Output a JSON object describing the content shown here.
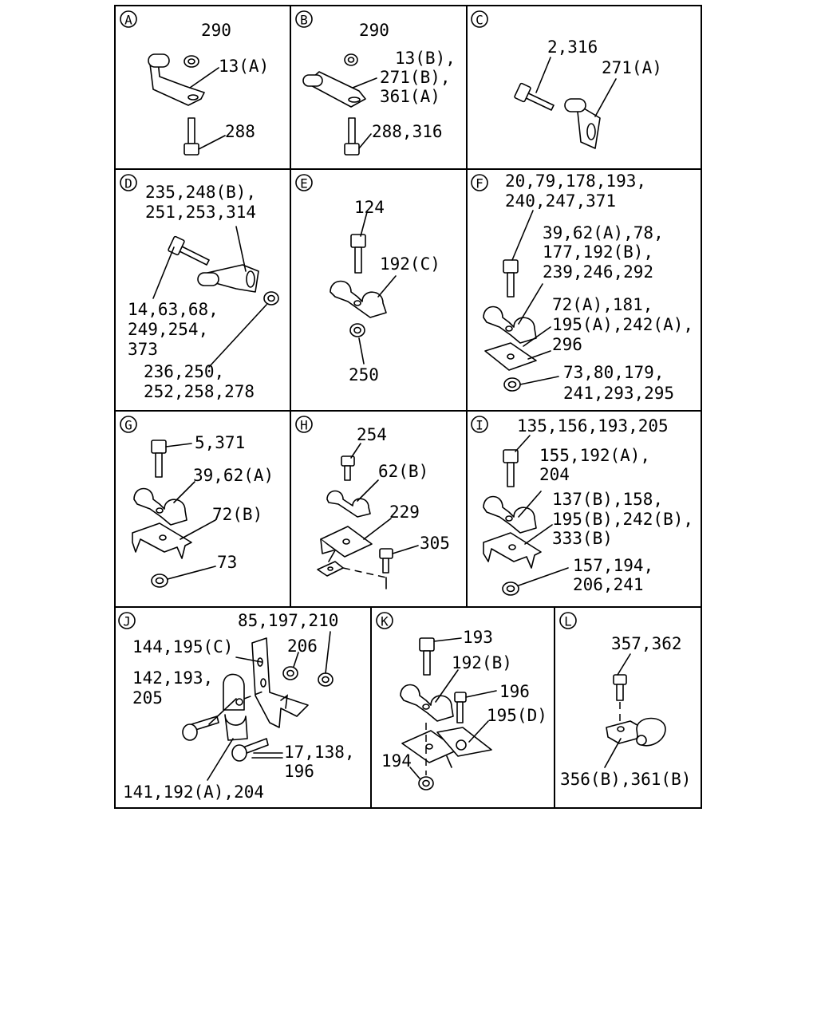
{
  "panels": {
    "A": {
      "letter": "A",
      "labels": [
        "290",
        "13(A)",
        "288"
      ]
    },
    "B": {
      "letter": "B",
      "labels": [
        "290",
        "13(B),",
        "271(B),",
        "361(A)",
        "288,316"
      ]
    },
    "C": {
      "letter": "C",
      "labels": [
        "2,316",
        "271(A)"
      ]
    },
    "D": {
      "letter": "D",
      "labels": [
        "235,248(B),",
        "251,253,314",
        "14,63,68,",
        "249,254,",
        "373",
        "236,250,",
        "252,258,278"
      ]
    },
    "E": {
      "letter": "E",
      "labels": [
        "124",
        "192(C)",
        "250"
      ]
    },
    "F": {
      "letter": "F",
      "labels": [
        "20,79,178,193,",
        "240,247,371",
        "39,62(A),78,",
        "177,192(B),",
        "239,246,292",
        "72(A),181,",
        "195(A),242(A),",
        "296",
        "73,80,179,",
        "241,293,295"
      ]
    },
    "G": {
      "letter": "G",
      "labels": [
        "5,371",
        "39,62(A)",
        "72(B)",
        "73"
      ]
    },
    "H": {
      "letter": "H",
      "labels": [
        "254",
        "62(B)",
        "229",
        "305"
      ]
    },
    "I": {
      "letter": "I",
      "labels": [
        "135,156,193,205",
        "155,192(A),",
        "204",
        "137(B),158,",
        "195(B),242(B),",
        "333(B)",
        "157,194,",
        "206,241"
      ]
    },
    "J": {
      "letter": "J",
      "labels": [
        "85,197,210",
        "144,195(C)",
        "206",
        "142,193,",
        "205",
        "17,138,",
        "196",
        "141,192(A),204"
      ]
    },
    "K": {
      "letter": "K",
      "labels": [
        "193",
        "192(B)",
        "196",
        "195(D)",
        "194"
      ]
    },
    "L": {
      "letter": "L",
      "labels": [
        "357,362",
        "356(B),361(B)"
      ]
    }
  }
}
